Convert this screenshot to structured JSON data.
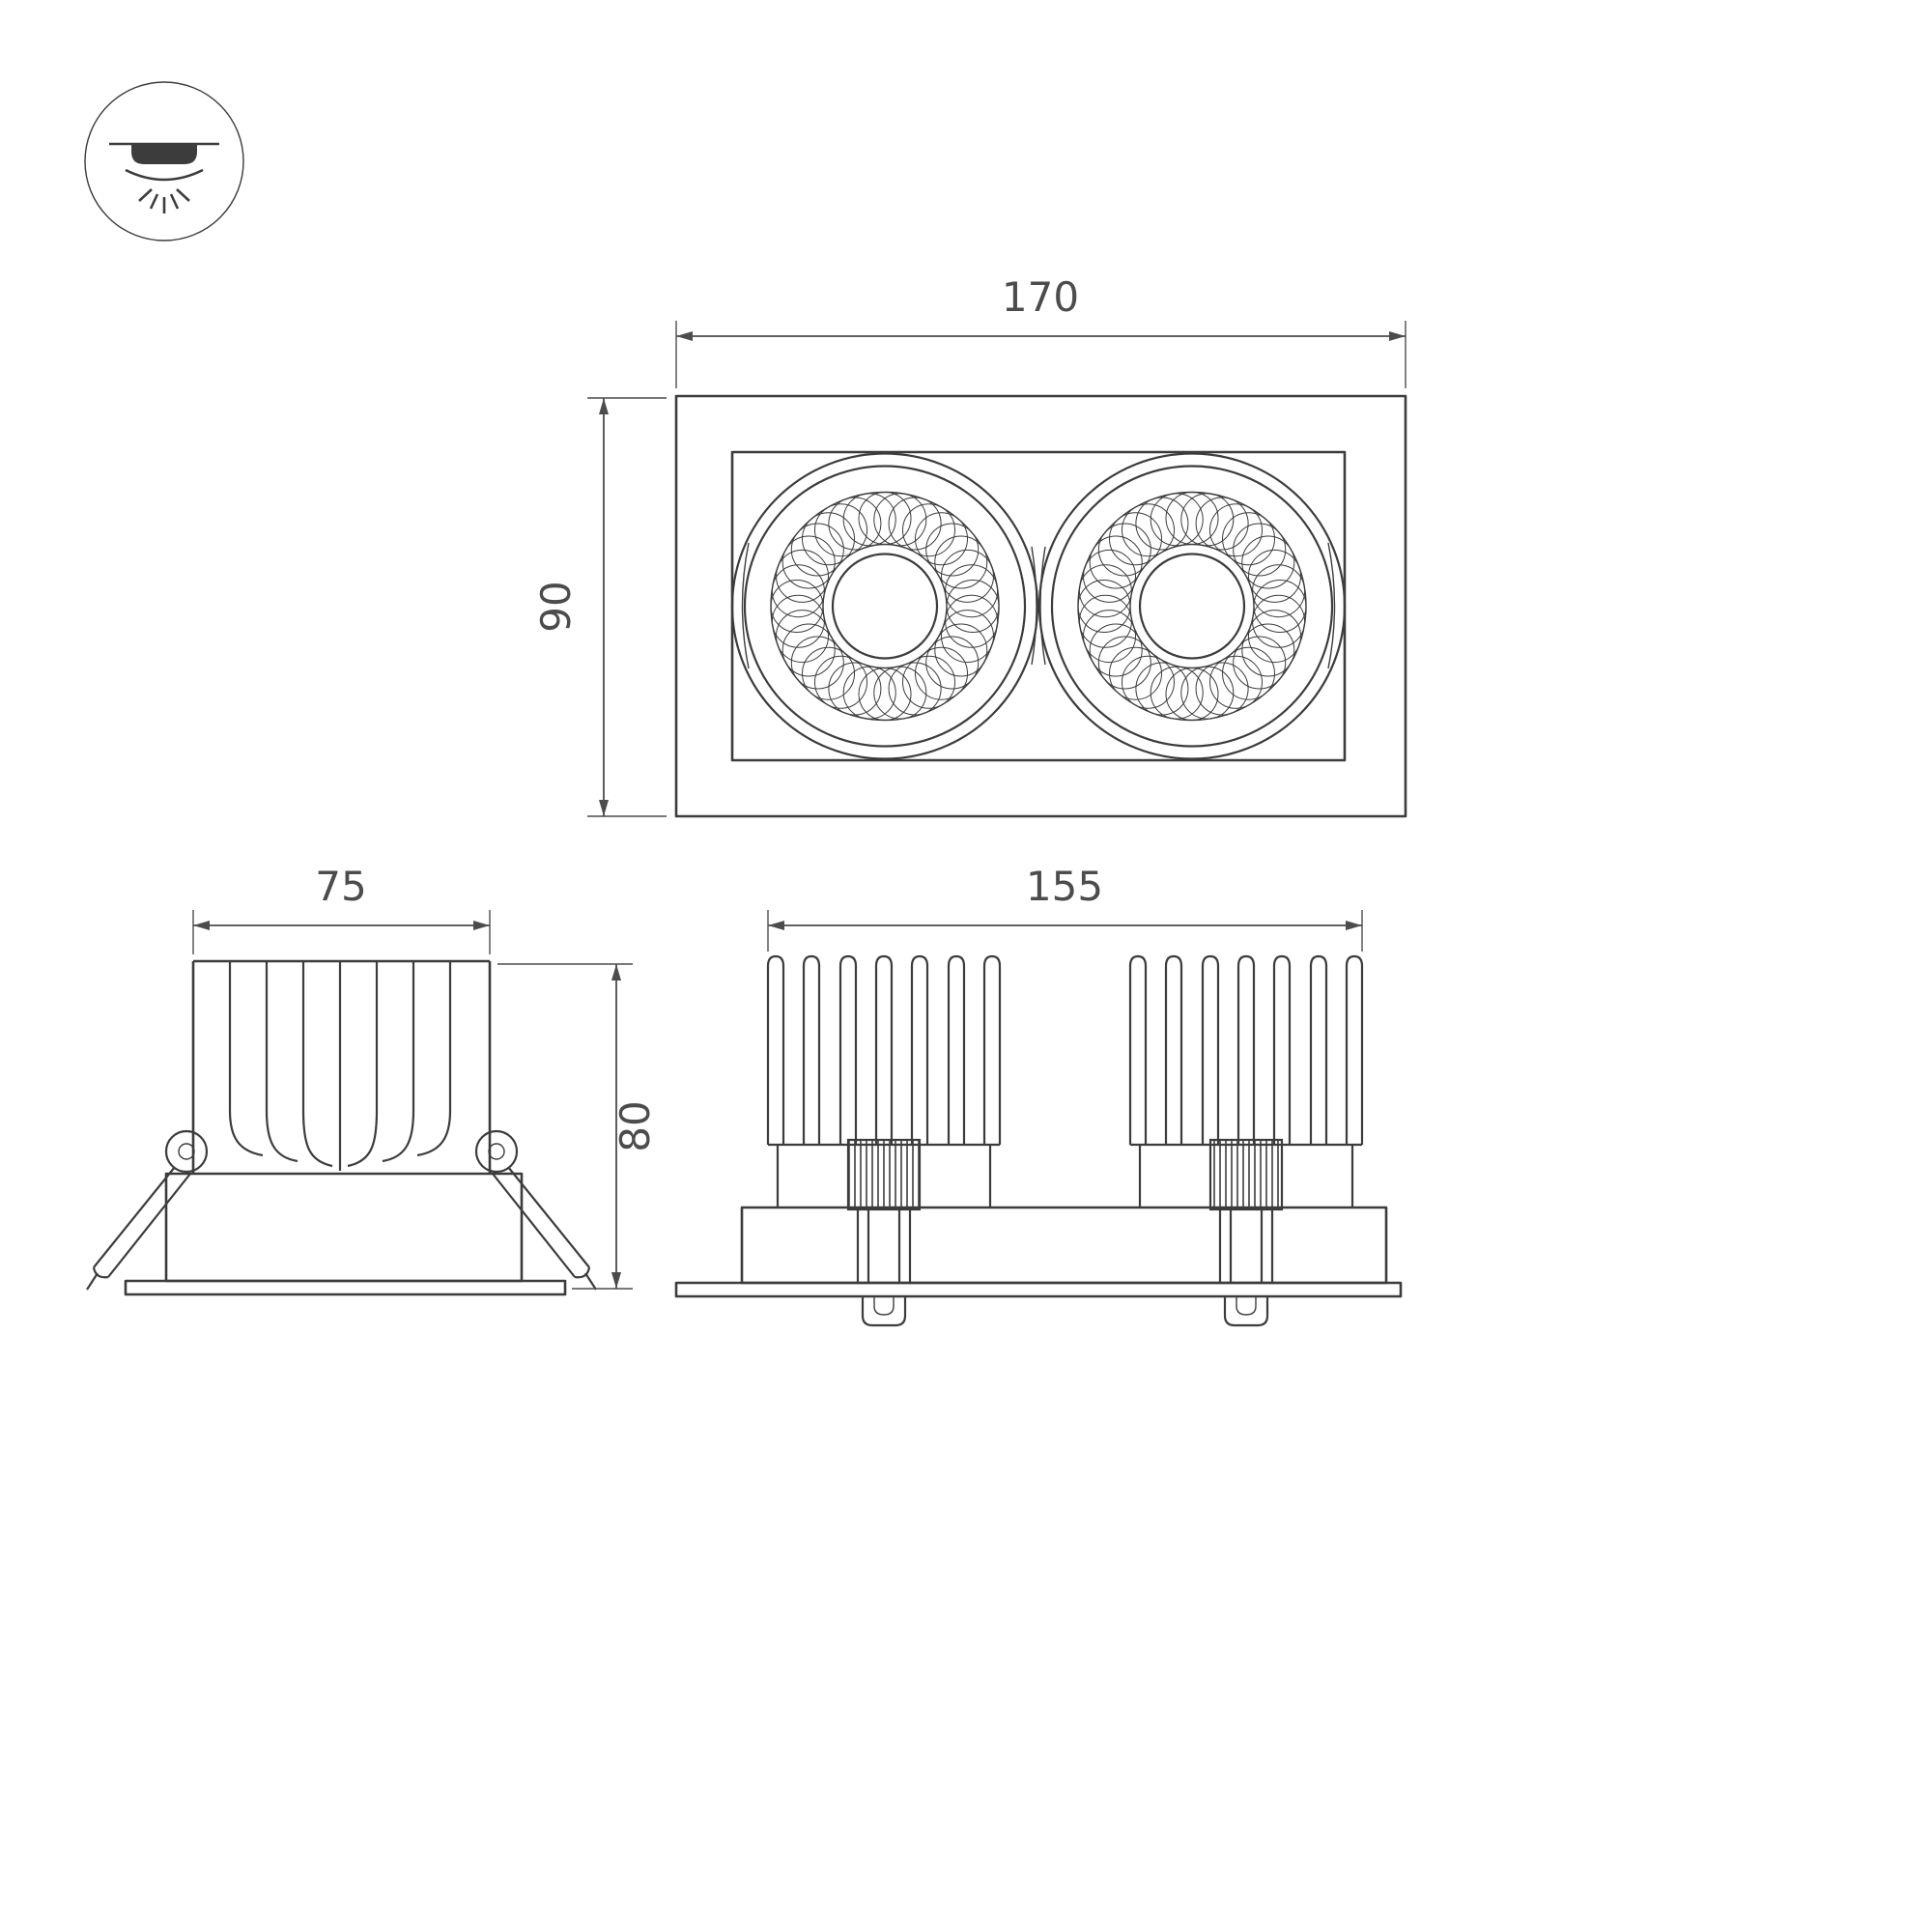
{
  "drawing": {
    "title": "recessed-dual-spot-downlight-dimension-drawing",
    "dimensions": {
      "front_width": "170",
      "front_height": "90",
      "side_width": "75",
      "side_height": "80",
      "dual_width": "155"
    },
    "icon": "recessed-downlight",
    "colors": {
      "line": "#3c3c3c",
      "dimension": "#4c4c4c",
      "background": "#ffffff"
    }
  }
}
